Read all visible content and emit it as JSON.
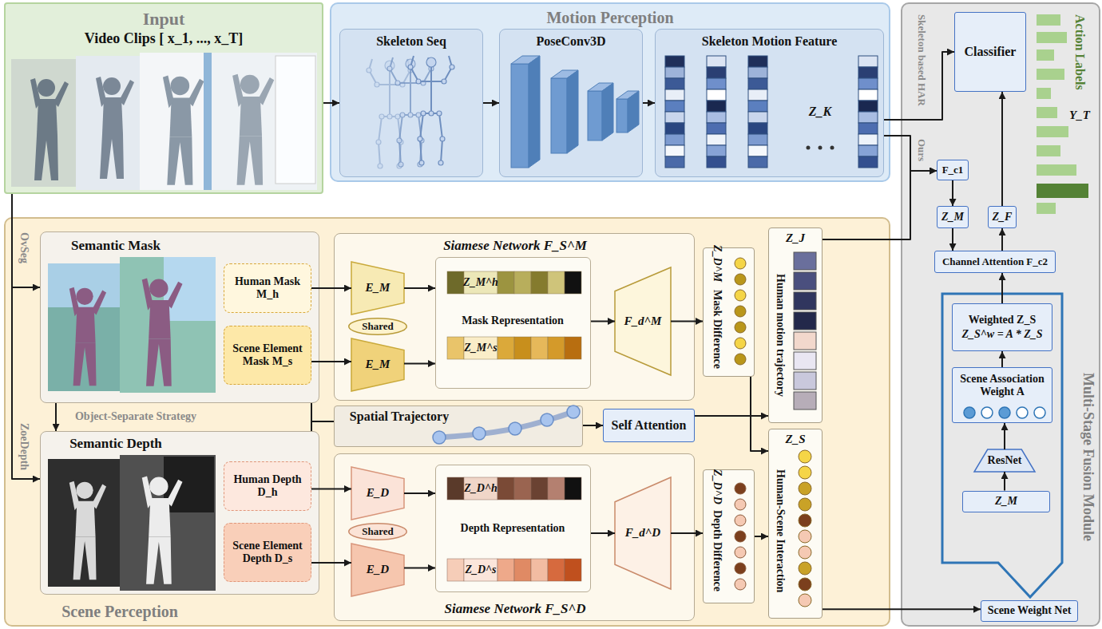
{
  "diagram": {
    "nodes": [
      {
        "text": [
          "Input",
          "Video Clips [ x_1, ..., x_T]"
        ]
      },
      {
        "text": [
          "Motion Perception"
        ]
      },
      {
        "text": [
          "Skeleton Seq"
        ],
        "in": 1
      },
      {
        "text": [
          "PoseConv3D"
        ],
        "in": 1
      },
      {
        "text": [
          "Skeleton Motion Feature",
          "Z_K"
        ],
        "in": 1
      },
      {
        "text": [
          "Multi-Stage Fusion Module"
        ]
      },
      {
        "text": [
          "Classifier"
        ],
        "in": 5
      },
      {
        "text": [
          "F_c1"
        ],
        "in": 5
      },
      {
        "text": [
          "Z_M"
        ],
        "in": 5
      },
      {
        "text": [
          "Z_F"
        ],
        "in": 5
      },
      {
        "text": [
          "Channel Attention F_c2"
        ],
        "in": 5
      },
      {
        "text": [
          "Weighted Z_S",
          "Z_S^w = A * Z_S"
        ],
        "in": 5
      },
      {
        "text": [
          "Scene Association Weight A"
        ],
        "in": 5
      },
      {
        "text": [
          "ResNet"
        ],
        "in": 5
      },
      {
        "text": [
          "Z_M"
        ],
        "in": 5
      },
      {
        "text": [
          "Scene Weight Net"
        ],
        "in": 5
      },
      {
        "text": [
          "Scene Perception"
        ]
      },
      {
        "text": [
          "Semantic Mask"
        ],
        "in": 16
      },
      {
        "text": [
          "Human Mask M_h"
        ],
        "in": 17
      },
      {
        "text": [
          "Scene Element Mask M_s"
        ],
        "in": 17
      },
      {
        "text": [
          "Semantic Depth"
        ],
        "in": 16
      },
      {
        "text": [
          "Human Depth D_h"
        ],
        "in": 20
      },
      {
        "text": [
          "Scene Element Depth D_s"
        ],
        "in": 20
      },
      {
        "text": [
          "Siamese Network F_S^M"
        ],
        "in": 16
      },
      {
        "text": [
          "E_M"
        ],
        "in": 23
      },
      {
        "text": [
          "Shared"
        ],
        "in": 23
      },
      {
        "text": [
          "E_M"
        ],
        "in": 23
      },
      {
        "text": [
          "Z_M^h",
          "Mask Representation",
          "Z_M^s"
        ],
        "in": 23
      },
      {
        "text": [
          "F_d^M"
        ],
        "in": 23
      },
      {
        "text": [
          "Z_D^M",
          "Mask Difference"
        ],
        "in": 16
      },
      {
        "text": [
          "Spatial Trajectory"
        ],
        "in": 16
      },
      {
        "text": [
          "Self Attention"
        ],
        "in": 16
      },
      {
        "text": [
          "Siamese Network F_S^D"
        ],
        "in": 16
      },
      {
        "text": [
          "E_D"
        ],
        "in": 32
      },
      {
        "text": [
          "Shared"
        ],
        "in": 32
      },
      {
        "text": [
          "E_D"
        ],
        "in": 32
      },
      {
        "text": [
          "Z_D^h",
          "Depth Representation",
          "Z_D^s"
        ],
        "in": 32
      },
      {
        "text": [
          "F_d^D"
        ],
        "in": 32
      },
      {
        "text": [
          "Z_D^D",
          "Depth Difference"
        ],
        "in": 16
      },
      {
        "text": [
          "Z_J",
          "Human motion trajectory"
        ],
        "in": 16
      },
      {
        "text": [
          "Z_S",
          "Human-Scene Interaction"
        ],
        "in": 16
      }
    ],
    "edges": [
      {
        "from": 0,
        "to": 2,
        "arrow": "to"
      },
      {
        "from": 2,
        "to": 3,
        "arrow": "to"
      },
      {
        "from": 3,
        "to": 4,
        "arrow": "to"
      },
      {
        "from": 4,
        "to": 6,
        "arrow": "to"
      },
      {
        "from": 4,
        "to": 7,
        "arrow": "to"
      },
      {
        "from": 39,
        "to": 7,
        "arrow": "to"
      },
      {
        "from": 7,
        "to": 8,
        "arrow": "to"
      },
      {
        "from": 8,
        "to": 10,
        "arrow": "to"
      },
      {
        "from": 10,
        "to": 9,
        "arrow": "to"
      },
      {
        "from": 9,
        "to": 6,
        "arrow": "to"
      },
      {
        "from": 11,
        "to": 10,
        "arrow": "to"
      },
      {
        "from": 14,
        "to": 13,
        "arrow": "to"
      },
      {
        "from": 13,
        "to": 12,
        "arrow": "to"
      },
      {
        "from": 12,
        "to": 11,
        "arrow": "to"
      },
      {
        "from": 40,
        "to": 15,
        "arrow": "to"
      },
      {
        "from": 0,
        "to": 17,
        "label": "OvSeg",
        "arrow": "to"
      },
      {
        "from": 0,
        "to": 20,
        "label": "ZoeDepth",
        "arrow": "to"
      },
      {
        "from": 17,
        "to": 20,
        "label": "Object-Separate Strategy",
        "arrow": "to"
      },
      {
        "from": 18,
        "to": 24,
        "arrow": "to"
      },
      {
        "from": 19,
        "to": 26,
        "arrow": "to"
      },
      {
        "from": 24,
        "to": 27,
        "arrow": "to"
      },
      {
        "from": 26,
        "to": 27,
        "arrow": "to"
      },
      {
        "from": 27,
        "to": 28,
        "arrow": "to"
      },
      {
        "from": 28,
        "to": 29,
        "arrow": "to"
      },
      {
        "from": 21,
        "to": 33,
        "arrow": "to"
      },
      {
        "from": 22,
        "to": 35,
        "arrow": "to"
      },
      {
        "from": 33,
        "to": 36,
        "arrow": "to"
      },
      {
        "from": 35,
        "to": 36,
        "arrow": "to"
      },
      {
        "from": 36,
        "to": 37,
        "arrow": "to"
      },
      {
        "from": 37,
        "to": 38,
        "arrow": "to"
      },
      {
        "from": 17,
        "to": 30,
        "arrow": "none"
      },
      {
        "from": 20,
        "to": 30,
        "arrow": "none"
      },
      {
        "from": 30,
        "to": 31,
        "arrow": "to"
      },
      {
        "from": 31,
        "to": 39,
        "arrow": "to"
      },
      {
        "from": 29,
        "to": 40,
        "arrow": "to"
      },
      {
        "from": 38,
        "to": 40,
        "arrow": "to"
      }
    ],
    "labels": [
      "Skeleton based HAR",
      "Ours",
      "Action Labels",
      "Y_T"
    ]
  }
}
